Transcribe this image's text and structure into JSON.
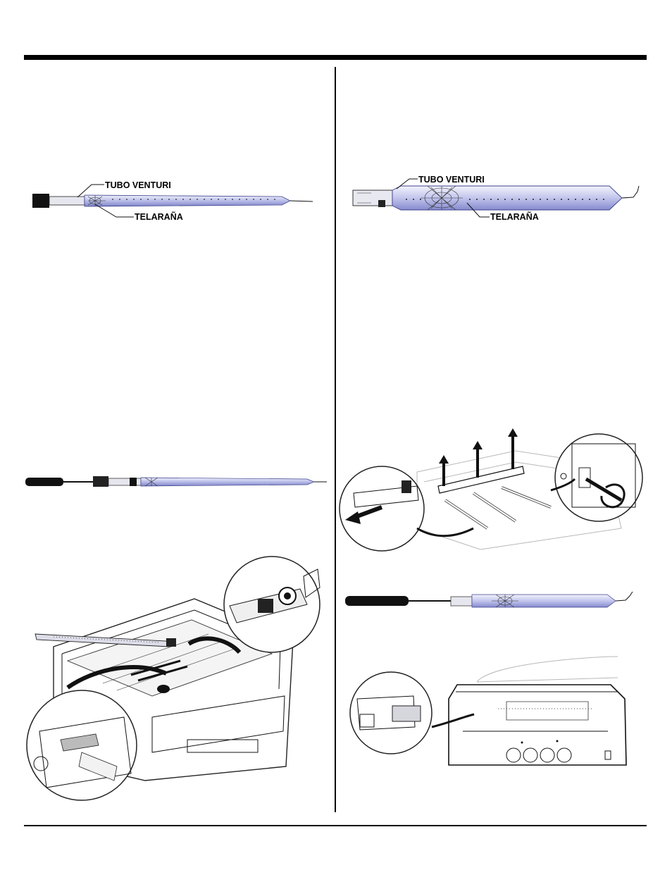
{
  "labels": {
    "tubo_venturi": "TUBO VENTURI",
    "telarana": "TELARAÑA"
  },
  "colors": {
    "rule": "#000000",
    "burner_fill": "#c9cbea",
    "burner_edge": "#4a4f9a",
    "drawing_grey": "#b8b8b8"
  },
  "illustrations": [
    "tapered-burner-spider-diagram",
    "straight-burner-spider-diagram",
    "screwdriver-tapered-burner",
    "grill-body-burner-removal",
    "burner-bracket-removal",
    "screwdriver-straight-burner",
    "grill-side-burner-install"
  ]
}
